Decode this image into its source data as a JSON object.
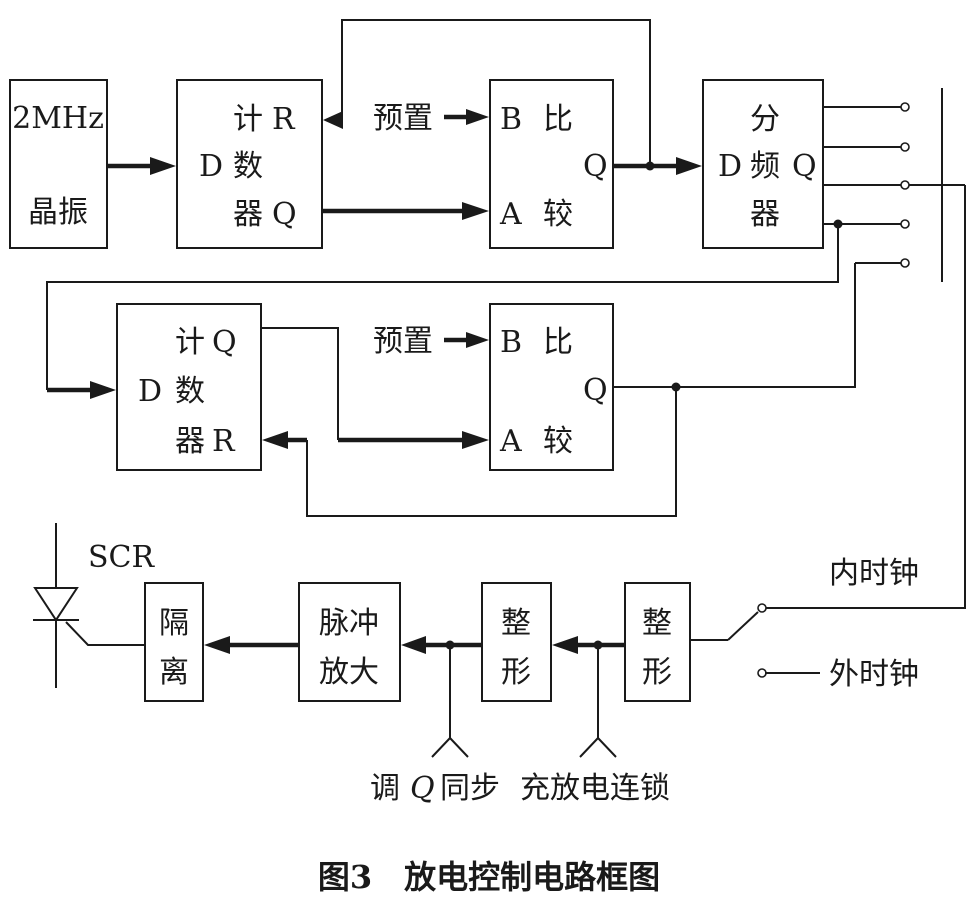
{
  "oscillator": {
    "line1": "2MHz",
    "line2": "晶振"
  },
  "counter1": {
    "left": "D",
    "row1": "计",
    "row2": "数",
    "row3": "器",
    "pin_top": "R",
    "pin_bottom": "Q"
  },
  "comparator1": {
    "pin_b": "B",
    "pin_a": "A",
    "pin_q": "Q",
    "word1": "比",
    "word2": "较"
  },
  "preset1": "预置",
  "divider": {
    "left": "D",
    "pin_q": "Q",
    "row1": "分",
    "row2": "频",
    "row3": "器"
  },
  "counter2": {
    "left": "D",
    "row1": "计",
    "row2": "数",
    "row3": "器",
    "pin_top": "Q",
    "pin_bottom": "R"
  },
  "comparator2": {
    "pin_b": "B",
    "pin_a": "A",
    "pin_q": "Q",
    "word1": "比",
    "word2": "较"
  },
  "preset2": "预置",
  "scr_label": "SCR",
  "isolation": {
    "line1": "隔",
    "line2": "离"
  },
  "pulse_amp": {
    "line1": "脉冲",
    "line2": "放大"
  },
  "shaper1": {
    "line1": "整",
    "line2": "形"
  },
  "shaper2": {
    "line1": "整",
    "line2": "形"
  },
  "internal_clock": "内时钟",
  "external_clock": "外时钟",
  "q_sync": {
    "prefix": "调",
    "q": "Q",
    "suffix": "同步"
  },
  "interlock": "充放电连锁",
  "caption": "图3　放电控制电路框图"
}
